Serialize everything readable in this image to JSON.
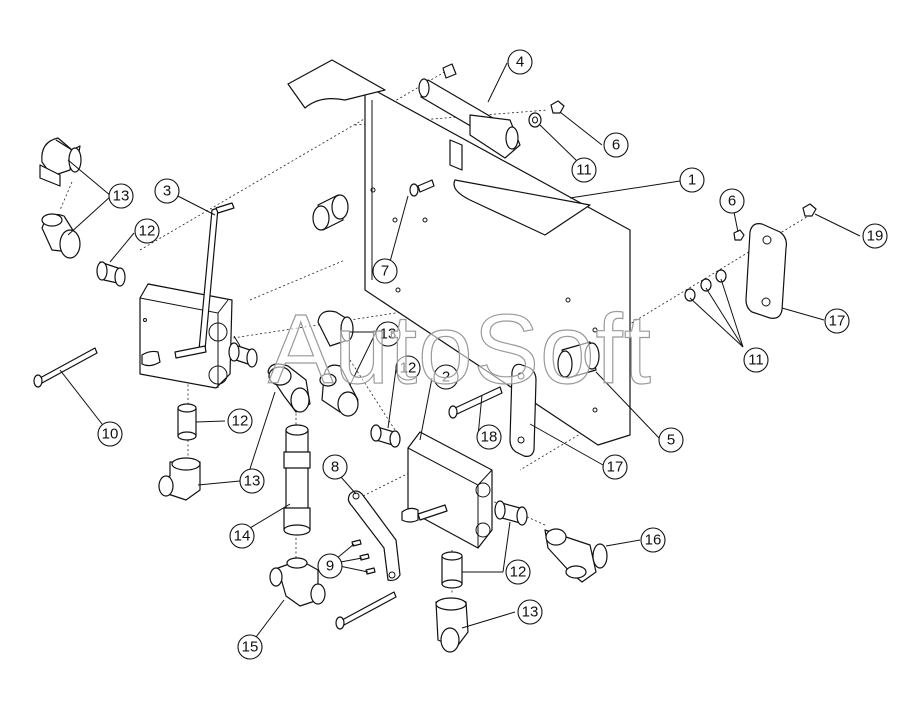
{
  "watermark": "AutoSoft",
  "callouts": [
    {
      "id": "c1",
      "label": "1"
    },
    {
      "id": "c2",
      "label": "2"
    },
    {
      "id": "c3",
      "label": "3"
    },
    {
      "id": "c4",
      "label": "4"
    },
    {
      "id": "c5",
      "label": "5"
    },
    {
      "id": "c6a",
      "label": "6"
    },
    {
      "id": "c6b",
      "label": "6"
    },
    {
      "id": "c7",
      "label": "7"
    },
    {
      "id": "c8",
      "label": "8"
    },
    {
      "id": "c9",
      "label": "9"
    },
    {
      "id": "c10",
      "label": "10"
    },
    {
      "id": "c11a",
      "label": "11"
    },
    {
      "id": "c11b",
      "label": "11"
    },
    {
      "id": "c12a",
      "label": "12"
    },
    {
      "id": "c12b",
      "label": "12"
    },
    {
      "id": "c12c",
      "label": "12"
    },
    {
      "id": "c12d",
      "label": "12"
    },
    {
      "id": "c13a",
      "label": "13"
    },
    {
      "id": "c13b",
      "label": "13"
    },
    {
      "id": "c13c",
      "label": "13"
    },
    {
      "id": "c13d",
      "label": "13"
    },
    {
      "id": "c14",
      "label": "14"
    },
    {
      "id": "c15",
      "label": "15"
    },
    {
      "id": "c16",
      "label": "16"
    },
    {
      "id": "c17a",
      "label": "17"
    },
    {
      "id": "c17b",
      "label": "17"
    },
    {
      "id": "c18",
      "label": "18"
    },
    {
      "id": "c19",
      "label": "19"
    }
  ]
}
